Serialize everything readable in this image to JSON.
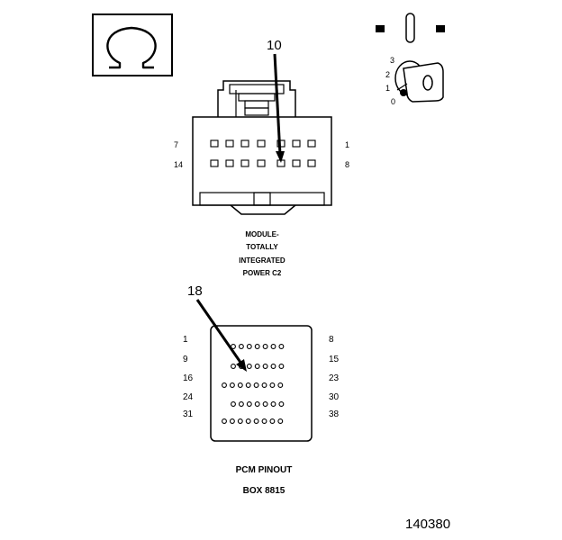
{
  "symbols": {
    "ohm_icon": "ohm-meter-icon",
    "ohm_glyph": "Ω",
    "ignition_icon": "ignition-key-icon",
    "ignition_positions": [
      "3",
      "2",
      "1",
      "0"
    ]
  },
  "tipm_connector": {
    "callout": "10",
    "pin_labels": {
      "top_left": "7",
      "top_right": "1",
      "bottom_left": "14",
      "bottom_right": "8"
    },
    "caption_lines": [
      "MODULE-",
      "TOTALLY",
      "INTEGRATED",
      "POWER C2"
    ],
    "row_pin_count": 7
  },
  "pcm_connector": {
    "callout": "18",
    "row_labels": [
      {
        "left": "1",
        "right": "8",
        "pins": 7
      },
      {
        "left": "9",
        "right": "15",
        "pins": 7
      },
      {
        "left": "16",
        "right": "23",
        "pins": 8
      },
      {
        "left": "24",
        "right": "30",
        "pins": 7
      },
      {
        "left": "31",
        "right": "38",
        "pins": 8
      }
    ],
    "caption_lines": [
      "PCM PINOUT",
      "BOX 8815"
    ]
  },
  "figure_id": "140380"
}
